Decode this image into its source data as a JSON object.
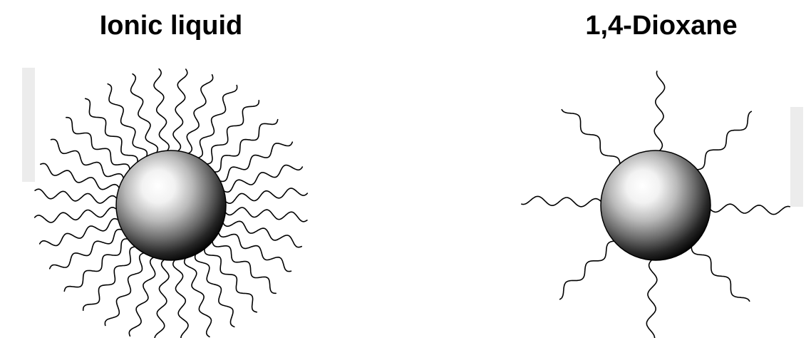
{
  "left_panel": {
    "title": "Ionic liquid",
    "ligand_count": 32
  },
  "right_panel": {
    "title": "1,4-Dioxane",
    "ligand_count": 8
  },
  "colors": {
    "text": "#000000",
    "ligand": "#000000",
    "sphere_highlight": "#ffffff",
    "sphere_shadow": "#000000",
    "background": "#ffffff",
    "watermark": "#ececec"
  }
}
